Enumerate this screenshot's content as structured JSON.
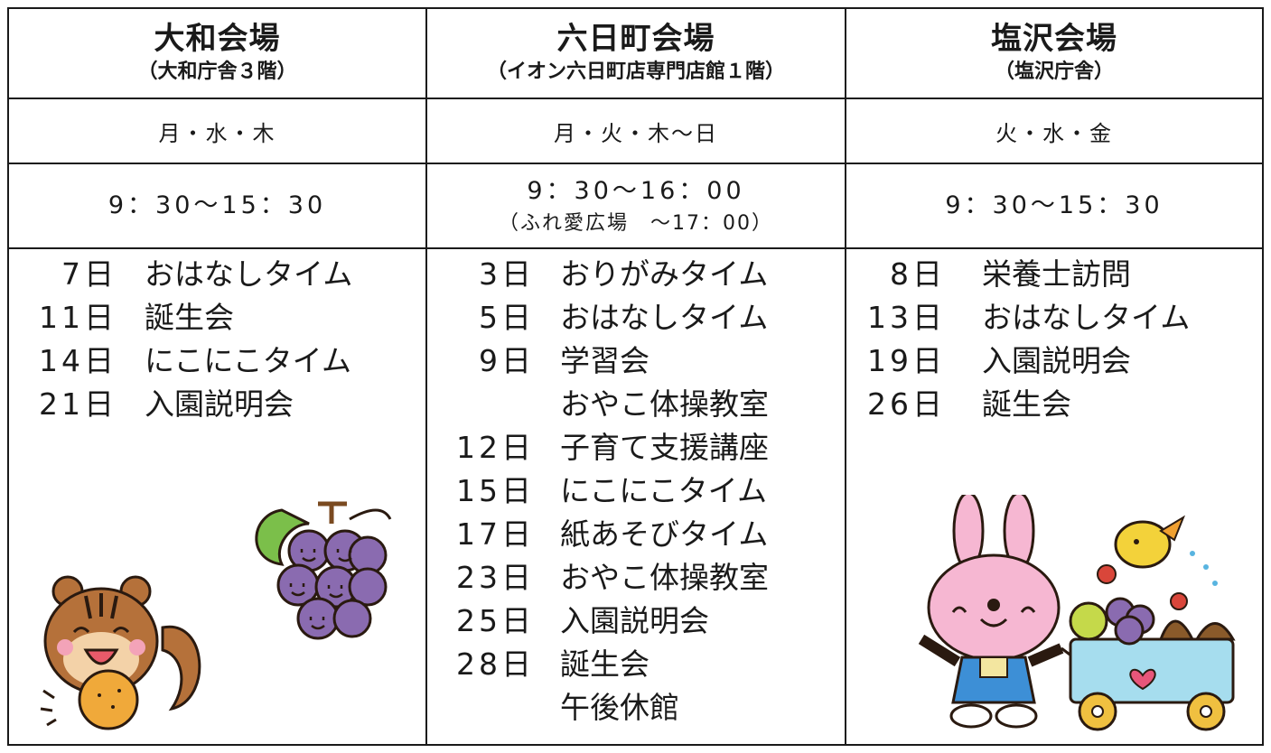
{
  "venues": [
    {
      "name": "大和会場",
      "place": "（大和庁舎３階）",
      "days": "月・水・木",
      "hours": "9：30～15：30",
      "events": [
        {
          "day": "7日",
          "title": "おはなしタイム"
        },
        {
          "day": "11日",
          "title": "誕生会"
        },
        {
          "day": "14日",
          "title": "にこにこタイム"
        },
        {
          "day": "21日",
          "title": "入園説明会"
        }
      ]
    },
    {
      "name": "六日町会場",
      "place": "（イオン六日町店専門店館１階）",
      "days": "月・火・木～日",
      "hours": "9：30～16：00",
      "hours_note": "（ふれ愛広場　～17：00）",
      "events": [
        {
          "day": "3日",
          "title": "おりがみタイム"
        },
        {
          "day": "5日",
          "title": "おはなしタイム"
        },
        {
          "day": "9日",
          "title": "学習会"
        },
        {
          "day": "",
          "title": "おやこ体操教室"
        },
        {
          "day": "12日",
          "title": "子育て支援講座"
        },
        {
          "day": "15日",
          "title": "にこにこタイム"
        },
        {
          "day": "17日",
          "title": "紙あそびタイム"
        },
        {
          "day": "23日",
          "title": "おやこ体操教室"
        },
        {
          "day": "25日",
          "title": "入園説明会"
        },
        {
          "day": "28日",
          "title": "誕生会"
        },
        {
          "day": "",
          "title": "午後休館"
        }
      ]
    },
    {
      "name": "塩沢会場",
      "place": "（塩沢庁舎）",
      "days": "火・水・金",
      "hours": "9：30～15：30",
      "events": [
        {
          "day": "8日",
          "title": "栄養士訪問"
        },
        {
          "day": "13日",
          "title": "おはなしタイム"
        },
        {
          "day": "19日",
          "title": "入園説明会"
        },
        {
          "day": "26日",
          "title": "誕生会"
        }
      ]
    }
  ],
  "illustrations": {
    "squirrel": "squirrel-with-orange-icon",
    "grapes": "smiling-grapes-icon",
    "rabbit": "rabbit-with-fruit-cart-icon"
  },
  "colors": {
    "border": "#1a1a1a",
    "squirrel": "#b5713a",
    "grape": "#8a6bb0",
    "rabbit": "#f6b7d2",
    "cart": "#a6ddee"
  }
}
